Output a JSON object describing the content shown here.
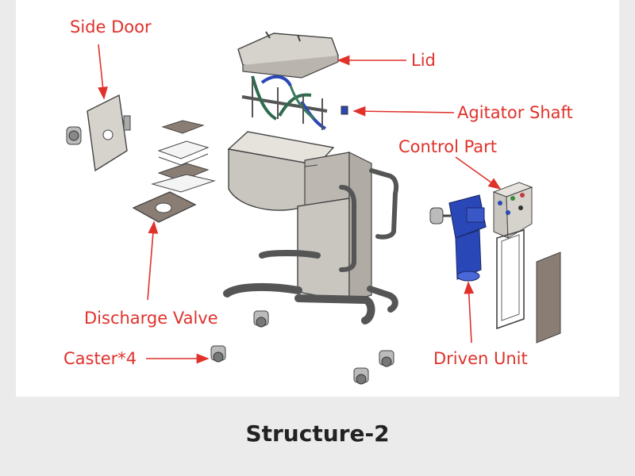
{
  "callouts": {
    "side_door": "Side Door",
    "lid": "Lid",
    "agitator_shaft": "Agitator Shaft",
    "control_part": "Control Part",
    "discharge_valve": "Discharge Valve",
    "caster": "Caster*4",
    "driven_unit": "Driven Unit"
  },
  "caption": "Structure-2",
  "colors": {
    "callout": "#e0312b",
    "panel": "#ffffff",
    "background": "#ebebeb",
    "steel": "#c9c6c0",
    "motor": "#2a47b8"
  }
}
